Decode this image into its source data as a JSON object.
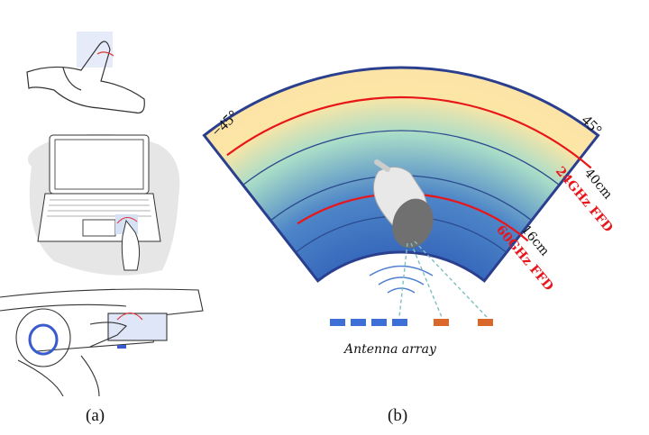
{
  "panel_a": {
    "label": "(a)"
  },
  "panel_b": {
    "label": "(b)",
    "angle_left": "−45°",
    "angle_right": "45°",
    "far_distance": "40cm",
    "far_label": "24GHz FFD",
    "near_distance": "16cm",
    "near_label": "60GHz FFD",
    "antenna_label": "Antenna array"
  },
  "colors": {
    "ffd_line": "#e8161b",
    "fan_border": "#2b3f8f",
    "antenna_blue": "#3d6fd6",
    "antenna_orange": "#d9682a"
  }
}
